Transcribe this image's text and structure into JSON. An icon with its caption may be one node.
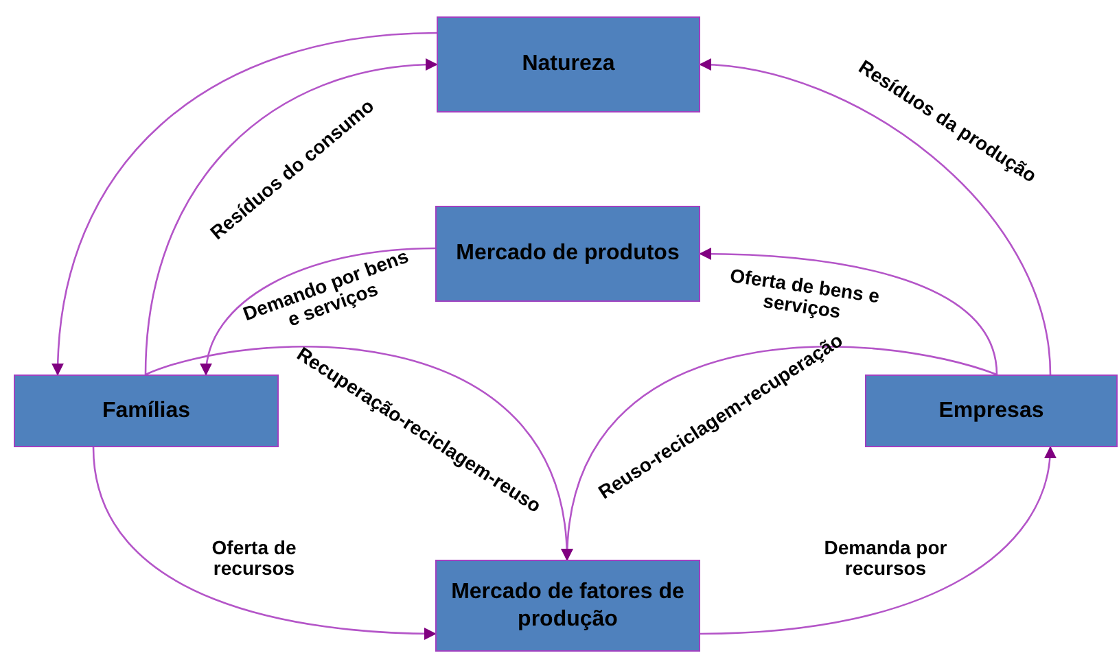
{
  "diagram": {
    "nodes": [
      {
        "text": [
          "Natureza"
        ]
      },
      {
        "text": [
          "Mercado de produtos"
        ]
      },
      {
        "text": [
          "Famílias"
        ]
      },
      {
        "text": [
          "Empresas"
        ]
      },
      {
        "text": [
          "Mercado de fatores de produção"
        ]
      }
    ],
    "edges": [
      {
        "from": 0,
        "to": 2,
        "arrow": "to"
      },
      {
        "from": 2,
        "to": 0,
        "arrow": "to",
        "label": "Resíduos do consumo"
      },
      {
        "from": 3,
        "to": 0,
        "arrow": "to",
        "label": "Resíduos da produção"
      },
      {
        "from": 1,
        "to": 2,
        "arrow": "to",
        "label": "Demando por bens e serviços"
      },
      {
        "from": 3,
        "to": 1,
        "arrow": "to",
        "label": "Oferta de bens e serviços"
      },
      {
        "from": 2,
        "to": 4,
        "arrow": "to",
        "label": "Recuperação-reciclagem-reuso"
      },
      {
        "from": 3,
        "to": 4,
        "arrow": "to",
        "label": "Reuso-reciclagem-recuperação"
      },
      {
        "from": 2,
        "to": 4,
        "arrow": "to",
        "label": "Oferta de recursos"
      },
      {
        "from": 4,
        "to": 3,
        "arrow": "to",
        "label": "Demanda por recursos"
      }
    ]
  }
}
